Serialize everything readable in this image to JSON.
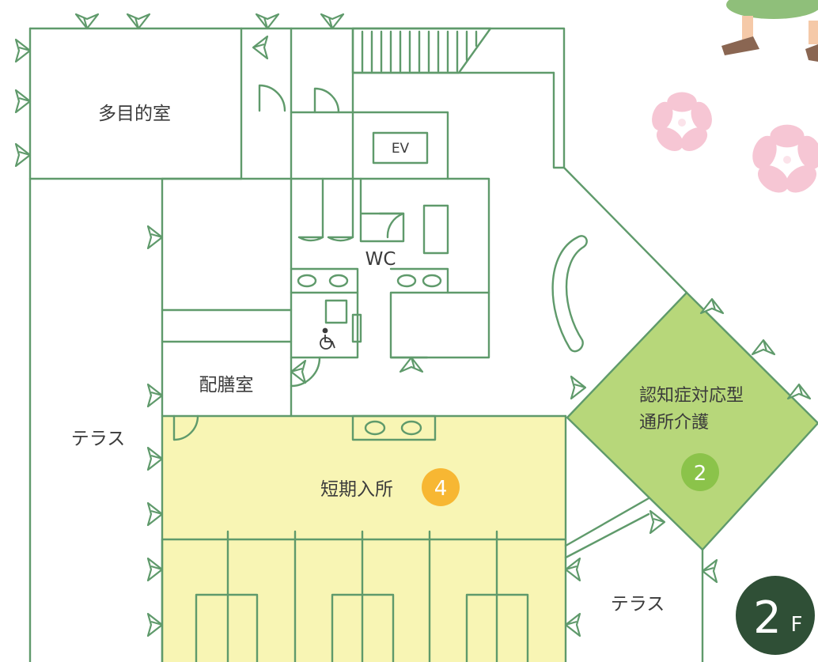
{
  "floor": {
    "label": "2",
    "suffix": "F",
    "badge_color": "#2f4f36"
  },
  "rooms": {
    "multipurpose": "多目的室",
    "elevator": "EV",
    "restroom": "WC",
    "pantry": "配膳室",
    "terrace_left": "テラス",
    "terrace_right": "テラス",
    "short_stay": "短期入所",
    "dementia_day_care_line1": "認知症対応型",
    "dementia_day_care_line2": "通所介護"
  },
  "markers": {
    "short_stay_number": "4",
    "short_stay_color": "#f7b733",
    "dementia_number": "2",
    "dementia_color": "#8bc34a"
  },
  "zone_colors": {
    "short_stay": "#f8f5b4",
    "dementia": "#b7d77a",
    "wall": "#5f9a6b"
  },
  "decor": {
    "flower_color": "#f6c6d4",
    "icon": "wheelchair-icon"
  }
}
